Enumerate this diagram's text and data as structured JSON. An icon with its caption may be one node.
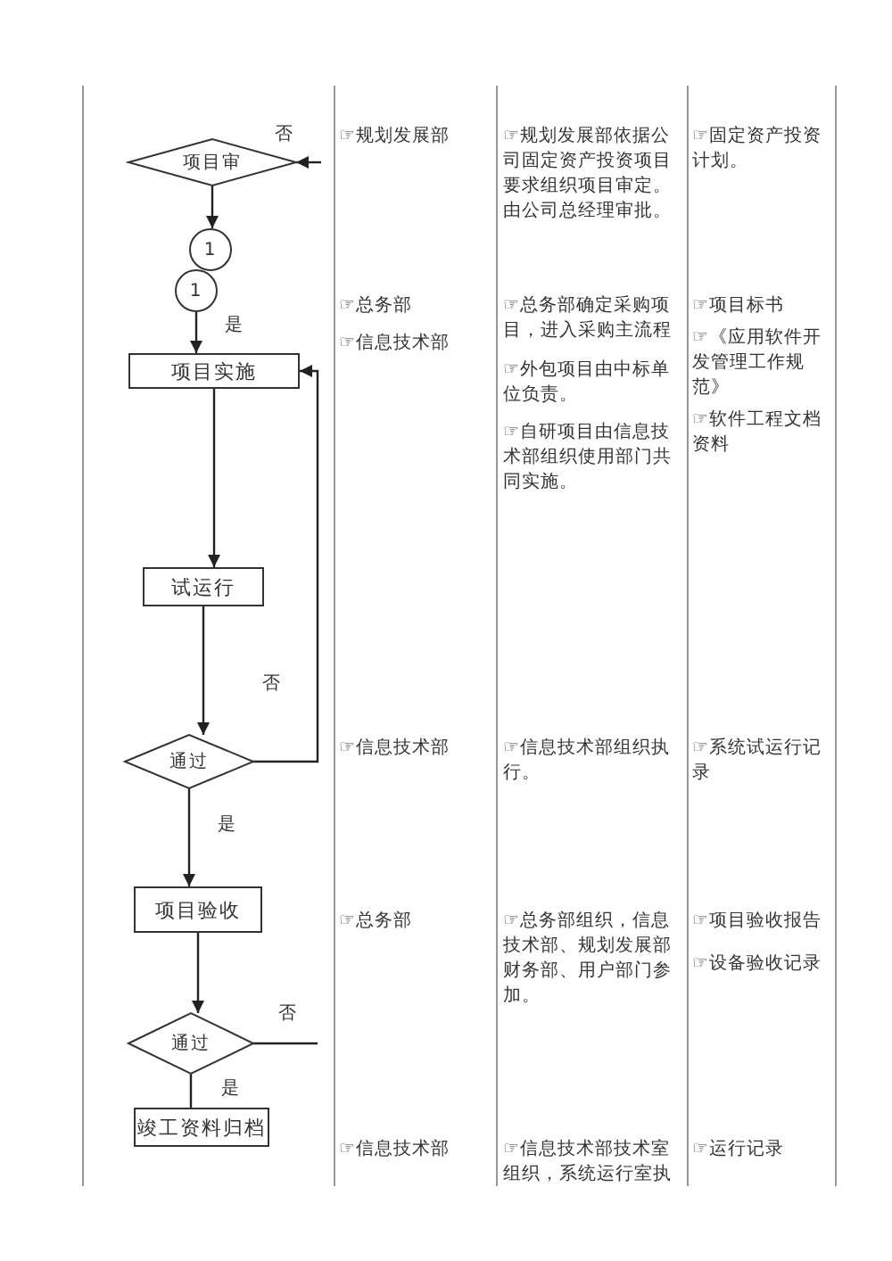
{
  "diagram": {
    "nodes": [
      {
        "text": [
          "项目审"
        ]
      },
      {
        "text": [
          "1"
        ]
      },
      {
        "text": [
          "1"
        ]
      },
      {
        "text": [
          "项目实施"
        ]
      },
      {
        "text": [
          "试运行"
        ]
      },
      {
        "text": [
          "通过"
        ]
      },
      {
        "text": [
          "项目验收"
        ]
      },
      {
        "text": [
          "通过"
        ]
      },
      {
        "text": [
          "竣工资料归档"
        ]
      }
    ],
    "edges": [
      {
        "from": null,
        "to": 0,
        "arrow": "to",
        "label": "否"
      },
      {
        "from": 0,
        "to": 1,
        "arrow": "to"
      },
      {
        "from": 2,
        "to": 3,
        "arrow": "to",
        "label": "是"
      },
      {
        "from": 3,
        "to": 4,
        "arrow": "to"
      },
      {
        "from": 4,
        "to": 5,
        "arrow": "to"
      },
      {
        "from": 5,
        "to": 3,
        "arrow": "to",
        "label": "否"
      },
      {
        "from": 5,
        "to": 6,
        "arrow": "to",
        "label": "是"
      },
      {
        "from": 6,
        "to": 7,
        "arrow": "to"
      },
      {
        "from": 7,
        "to": null,
        "arrow": "none",
        "label": "否"
      },
      {
        "from": 7,
        "to": 8,
        "arrow": "none",
        "label": "是"
      }
    ],
    "labels": [
      "☞规划发展部",
      "☞规划发展部依据公司固定资产投资项目要求组织项目审定。由公司总经理审批。",
      "☞固定资产投资计划。",
      "☞总务部",
      "☞信息技术部",
      "☞总务部确定采购项目，进入采购主流程",
      "☞外包项目由中标单位负责。",
      "☞自研项目由信息技术部组织使用部门共同实施。",
      "☞项目标书",
      "☞《应用软件开发管理工作规范》",
      "☞软件工程文档资料",
      "☞信息技术部",
      "☞信息技术部组织执行。",
      "☞系统试运行记录",
      "☞总务部",
      "☞总务部组织，信息技术部、规划发展部财务部、用户部门参加。",
      "☞项目验收报告",
      "☞设备验收记录",
      "☞信息技术部",
      "☞信息技术部技术室组织，系统运行室执",
      "☞运行记录"
    ]
  }
}
